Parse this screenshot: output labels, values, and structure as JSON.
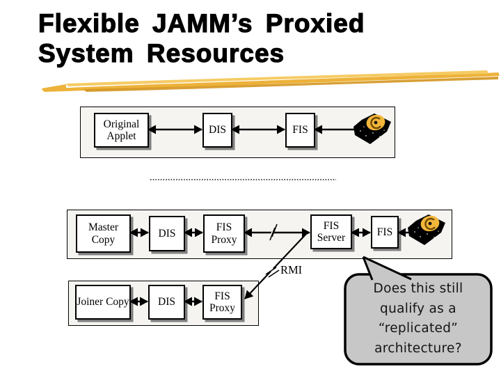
{
  "slide_title": {
    "line1": "Flexible JAMM’s Proxied",
    "line2": "System Resources"
  },
  "diagram": {
    "row1": {
      "box1": "Original Applet",
      "box2": "DIS",
      "box3": "FIS"
    },
    "row2": {
      "box1": "Master Copy",
      "box2": "DIS",
      "box3": "FIS Proxy",
      "box4": "FIS Server",
      "box5": "FIS"
    },
    "row3": {
      "box1": "Joiner Copy",
      "box2": "DIS",
      "box3": "FIS Proxy"
    },
    "rmi_label": "RMI"
  },
  "callout": {
    "line1": "Does this still",
    "line2": "qualify as a",
    "line3": "“replicated”",
    "line4": "architecture?"
  },
  "icons": {
    "disk_row1": "hard-disk-icon",
    "disk_row2": "hard-disk-icon"
  },
  "colors": {
    "title_text": "#000000",
    "highlight_gold": "#EDB23A",
    "container_bg": "#f5f4f1",
    "box_bg": "#ffffff",
    "box_border": "#000000",
    "box_shadow": "#7f7f7f",
    "callout_bg": "#c7c7c7",
    "callout_text": "#141414",
    "disk_gold": "#F2B63B"
  }
}
